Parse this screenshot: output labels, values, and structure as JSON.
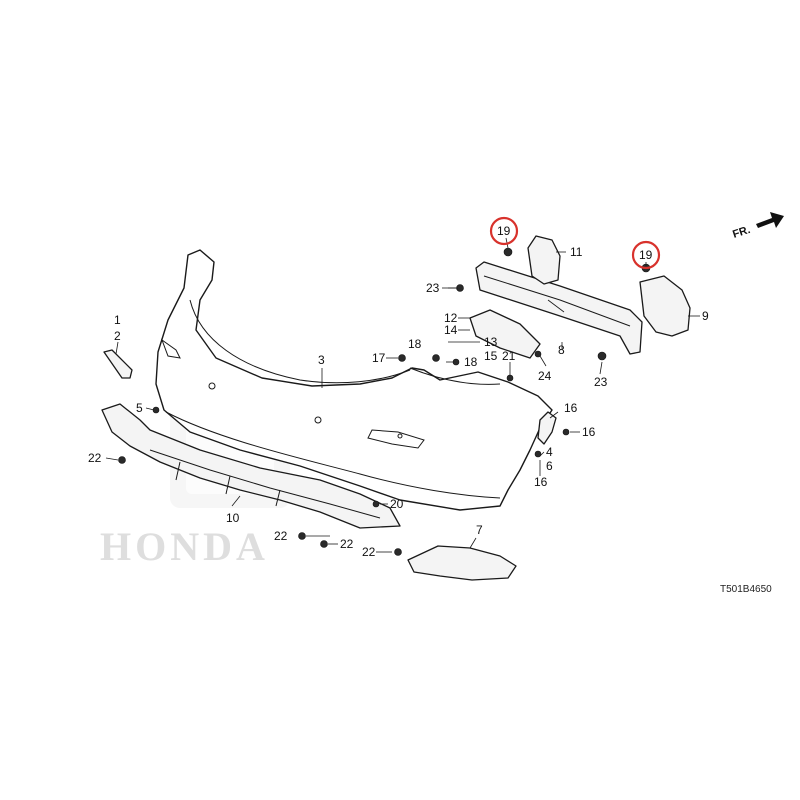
{
  "watermark": {
    "text": "HONDA"
  },
  "direction": {
    "label": "FR."
  },
  "diagram_code": "T501B4650",
  "callouts": [
    {
      "id": "c1",
      "text": "1"
    },
    {
      "id": "c2",
      "text": "2"
    },
    {
      "id": "c3",
      "text": "3"
    },
    {
      "id": "c4",
      "text": "4"
    },
    {
      "id": "c5",
      "text": "5"
    },
    {
      "id": "c6",
      "text": "6"
    },
    {
      "id": "c7",
      "text": "7"
    },
    {
      "id": "c8",
      "text": "8"
    },
    {
      "id": "c9",
      "text": "9"
    },
    {
      "id": "c10",
      "text": "10"
    },
    {
      "id": "c11",
      "text": "11"
    },
    {
      "id": "c12",
      "text": "12"
    },
    {
      "id": "c13",
      "text": "13"
    },
    {
      "id": "c14",
      "text": "14"
    },
    {
      "id": "c15",
      "text": "15"
    },
    {
      "id": "c16a",
      "text": "16"
    },
    {
      "id": "c16b",
      "text": "16"
    },
    {
      "id": "c16c",
      "text": "16"
    },
    {
      "id": "c17",
      "text": "17"
    },
    {
      "id": "c18a",
      "text": "18"
    },
    {
      "id": "c18b",
      "text": "18"
    },
    {
      "id": "c19a",
      "text": "19"
    },
    {
      "id": "c19b",
      "text": "19"
    },
    {
      "id": "c20",
      "text": "20"
    },
    {
      "id": "c21",
      "text": "21"
    },
    {
      "id": "c22a",
      "text": "22"
    },
    {
      "id": "c22b",
      "text": "22"
    },
    {
      "id": "c22c",
      "text": "22"
    },
    {
      "id": "c22d",
      "text": "22"
    },
    {
      "id": "c23a",
      "text": "23"
    },
    {
      "id": "c23b",
      "text": "23"
    },
    {
      "id": "c24",
      "text": "24"
    }
  ],
  "highlighted_parts": [
    "19"
  ]
}
